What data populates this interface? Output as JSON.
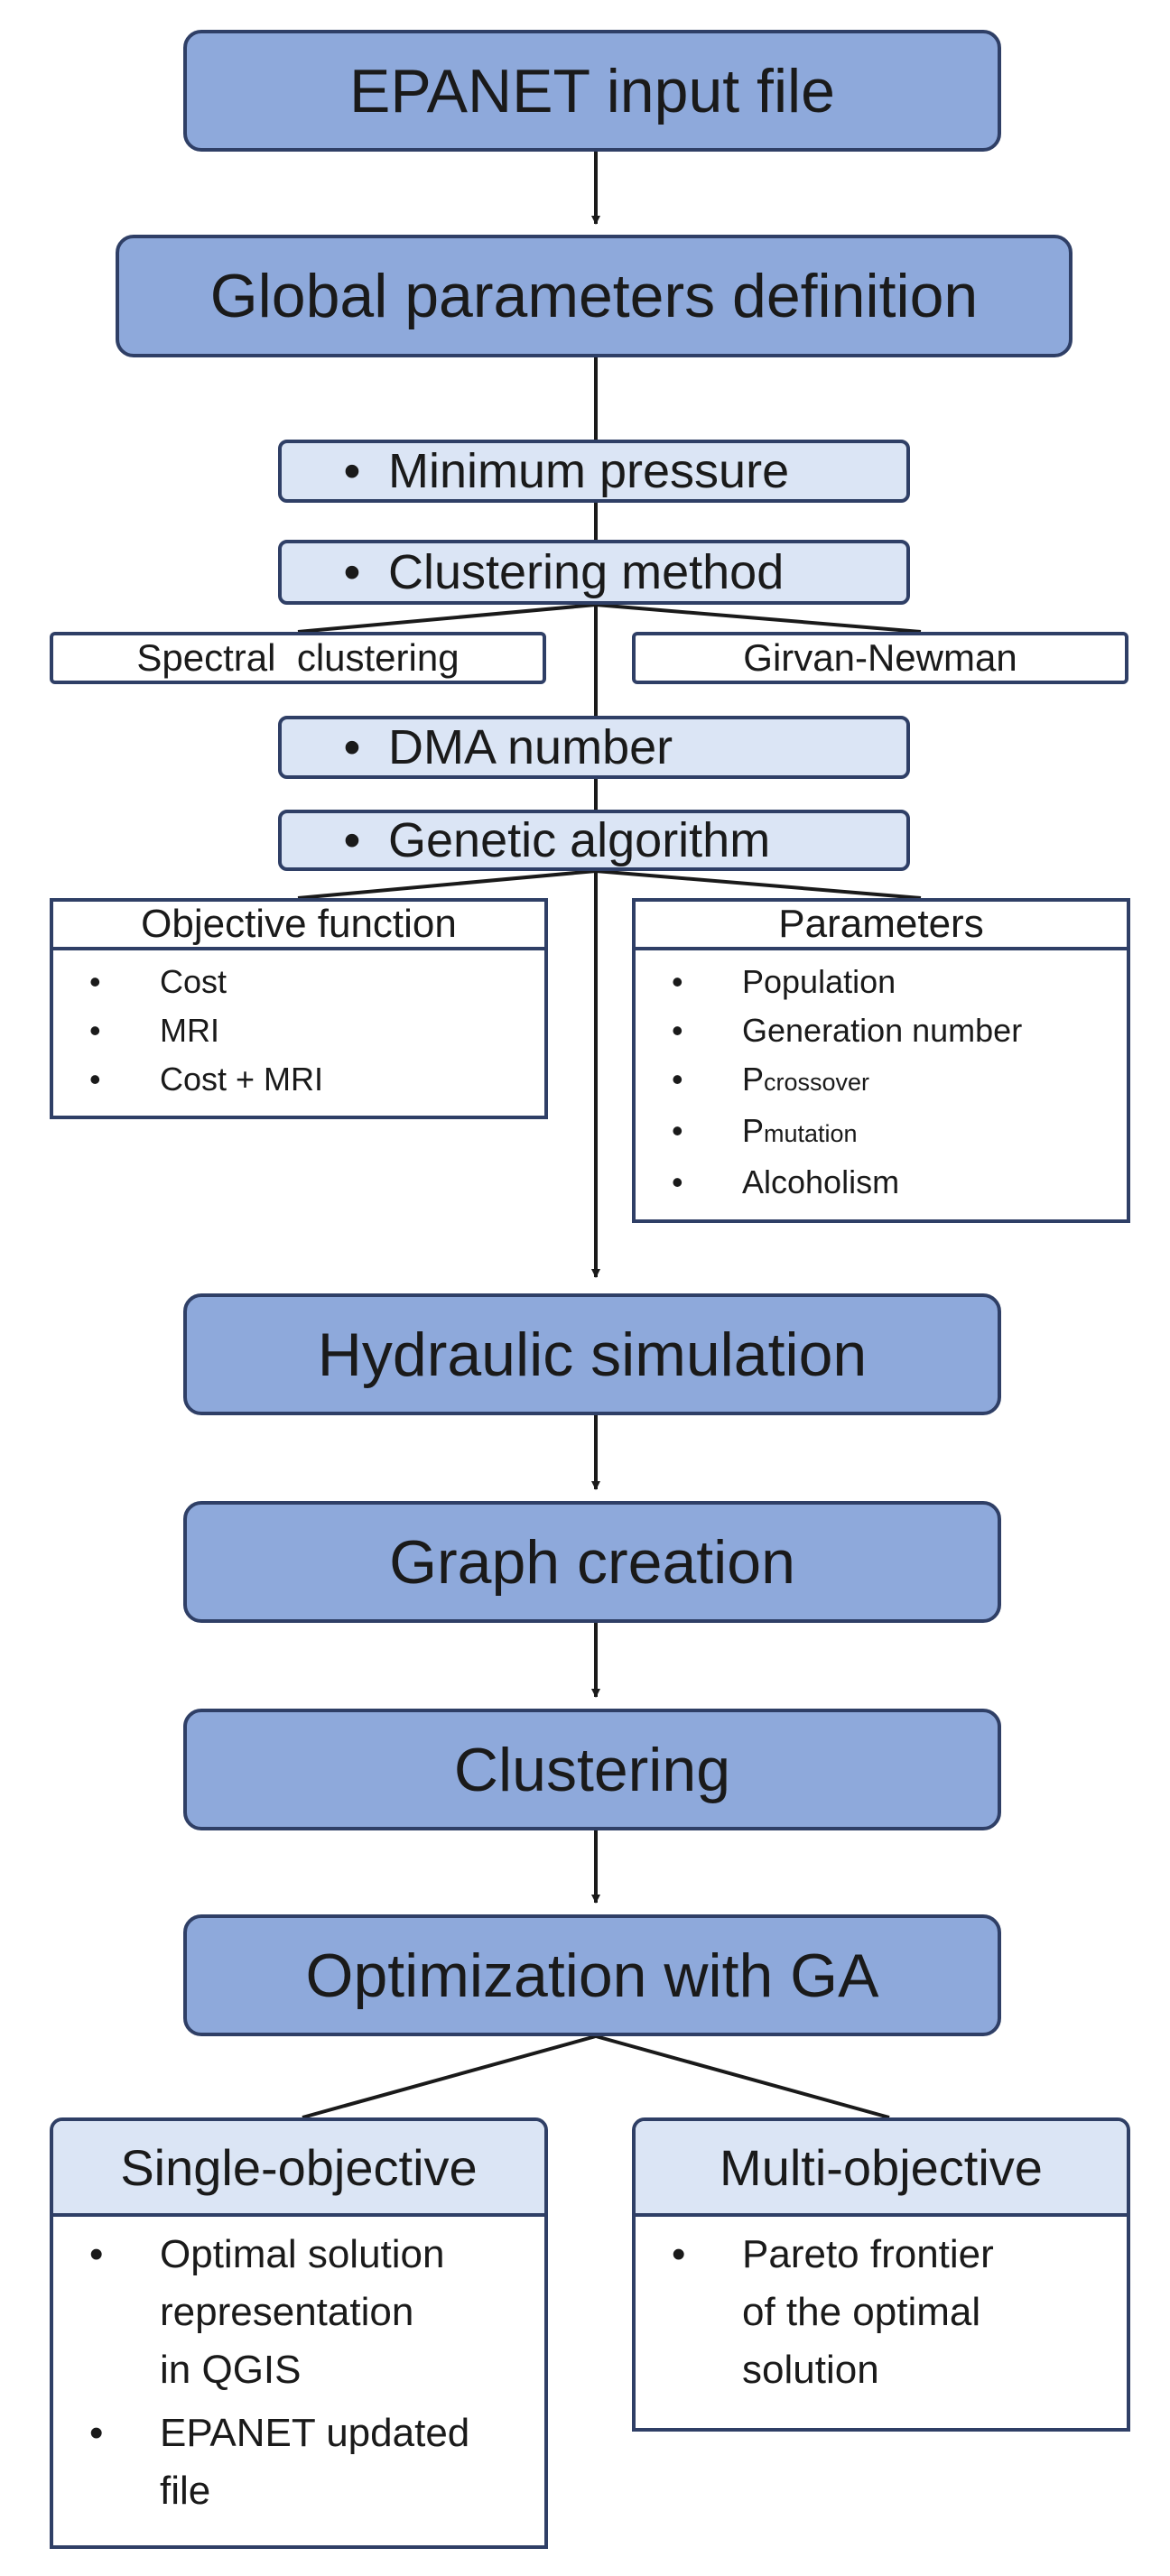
{
  "flow": {
    "epanet_input": "EPANET input file",
    "global_params": "Global parameters definition",
    "hydraulic_sim": "Hydraulic simulation",
    "graph_creation": "Graph creation",
    "clustering": "Clustering",
    "optimization": "Optimization with GA"
  },
  "params": {
    "bullet": "•",
    "min_pressure": "Minimum pressure",
    "clustering_method": "Clustering method",
    "dma_number": "DMA number",
    "genetic_algorithm": "Genetic algorithm"
  },
  "clustering_options": {
    "spectral": "Spectral  clustering",
    "girvan": "Girvan-Newman"
  },
  "objective_function": {
    "title": "Objective function",
    "items": [
      "Cost",
      "MRI",
      "Cost + MRI"
    ]
  },
  "ga_parameters": {
    "title": "Parameters",
    "population": "Population",
    "generation_number": "Generation number",
    "p_symbol": "P",
    "crossover_sub": "crossover",
    "mutation_sub": "mutation",
    "alcoholism": "Alcoholism"
  },
  "single_objective": {
    "title": "Single-objective",
    "items": [
      "Optimal solution\nrepresentation\nin QGIS",
      "EPANET updated\nfile"
    ]
  },
  "multi_objective": {
    "title": "Multi-objective",
    "items": [
      "Pareto frontier\nof the optimal\nsolution"
    ]
  },
  "colors": {
    "main_fill": "#8ea9db",
    "light_fill": "#dbe5f5",
    "border": "#2f3f66",
    "line": "#1a1a1a"
  }
}
